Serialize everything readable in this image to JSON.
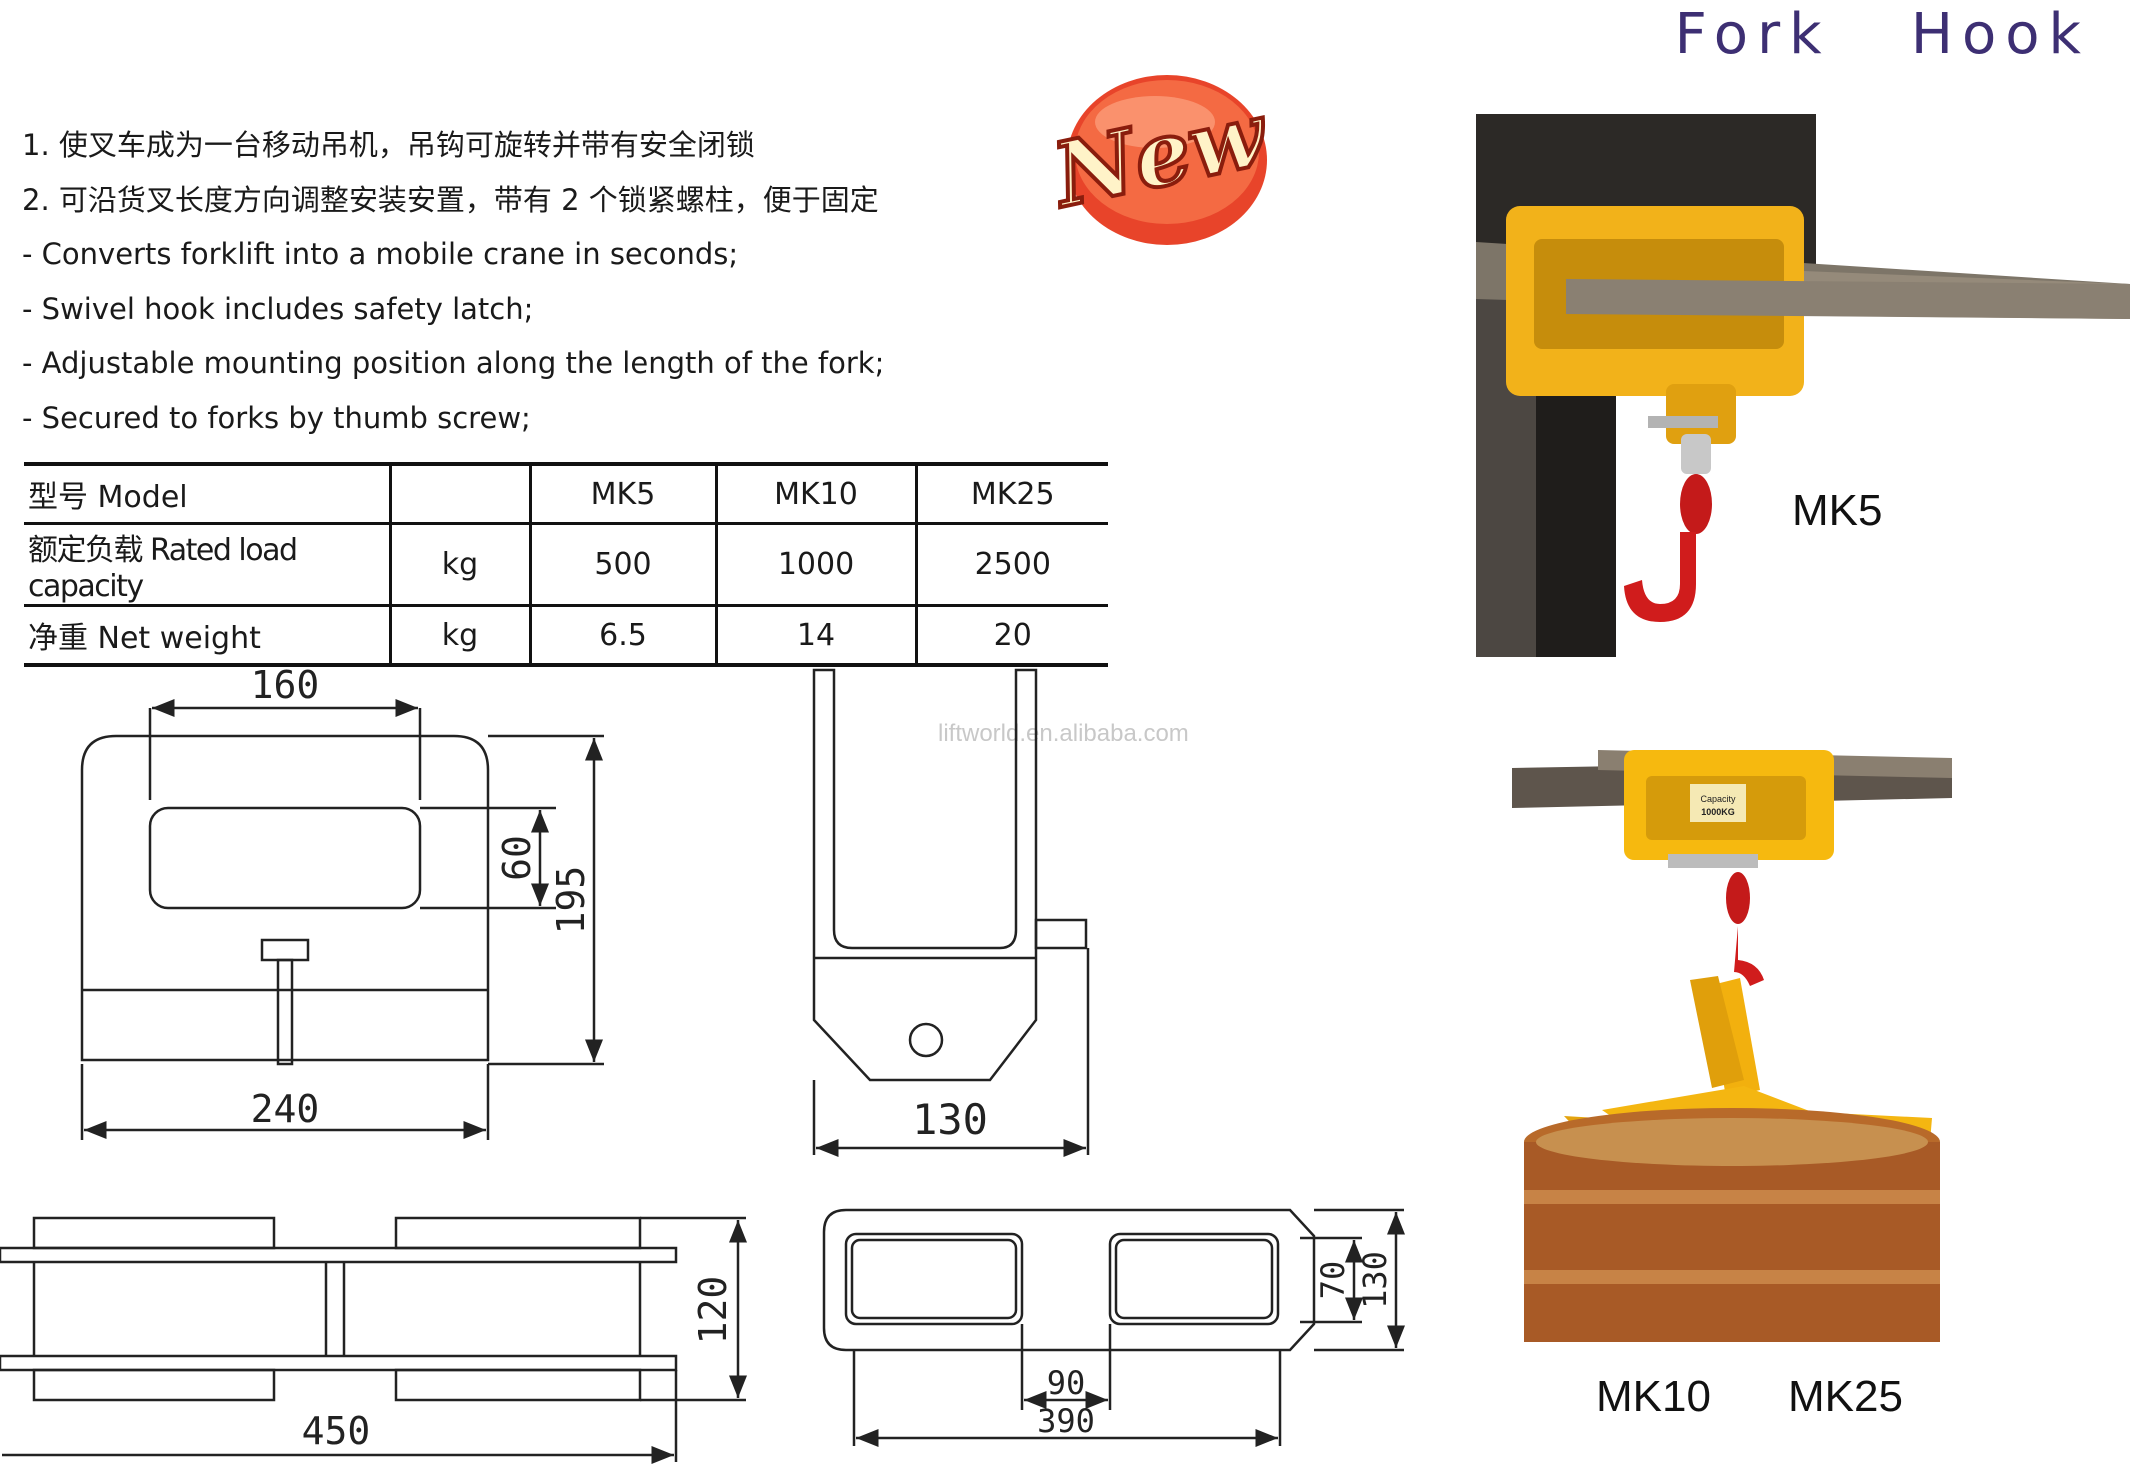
{
  "title": "Fork   Hook",
  "badge": "New",
  "features": [
    "1. 使叉车成为一台移动吊机，吊钩可旋转并带有安全闭锁",
    "2. 可沿货叉长度方向调整安装安置，带有 2 个锁紧螺柱，便于固定",
    " - Converts forklift into a mobile crane in seconds;",
    "- Swivel hook includes safety latch;",
    "- Adjustable mounting position along the length of the fork;",
    "- Secured to forks by thumb screw;"
  ],
  "spec_table": {
    "headers": [
      "型号 Model",
      "",
      "MK5",
      "MK10",
      "MK25"
    ],
    "rows": [
      [
        "额定负载 Rated load capacity",
        "kg",
        "500",
        "1000",
        "2500"
      ],
      [
        "净重 Net weight",
        "kg",
        "6.5",
        "14",
        "20"
      ]
    ]
  },
  "watermark": "liftworld.en.alibaba.com",
  "drawings": {
    "front": {
      "width_top": "160",
      "slot_height": "60",
      "height": "195",
      "width_bottom": "240"
    },
    "side": {
      "width": "130"
    },
    "bottom": {
      "length": "450",
      "height": "120"
    },
    "plan": {
      "slot_height": "70",
      "height": "130",
      "gap": "90",
      "length": "390"
    }
  },
  "photos": {
    "top_label": "MK5",
    "photo_label_1": "Capacity",
    "photo_label_2": "1000KG",
    "bottom_label_1": "MK10",
    "bottom_label_2": "MK25"
  }
}
